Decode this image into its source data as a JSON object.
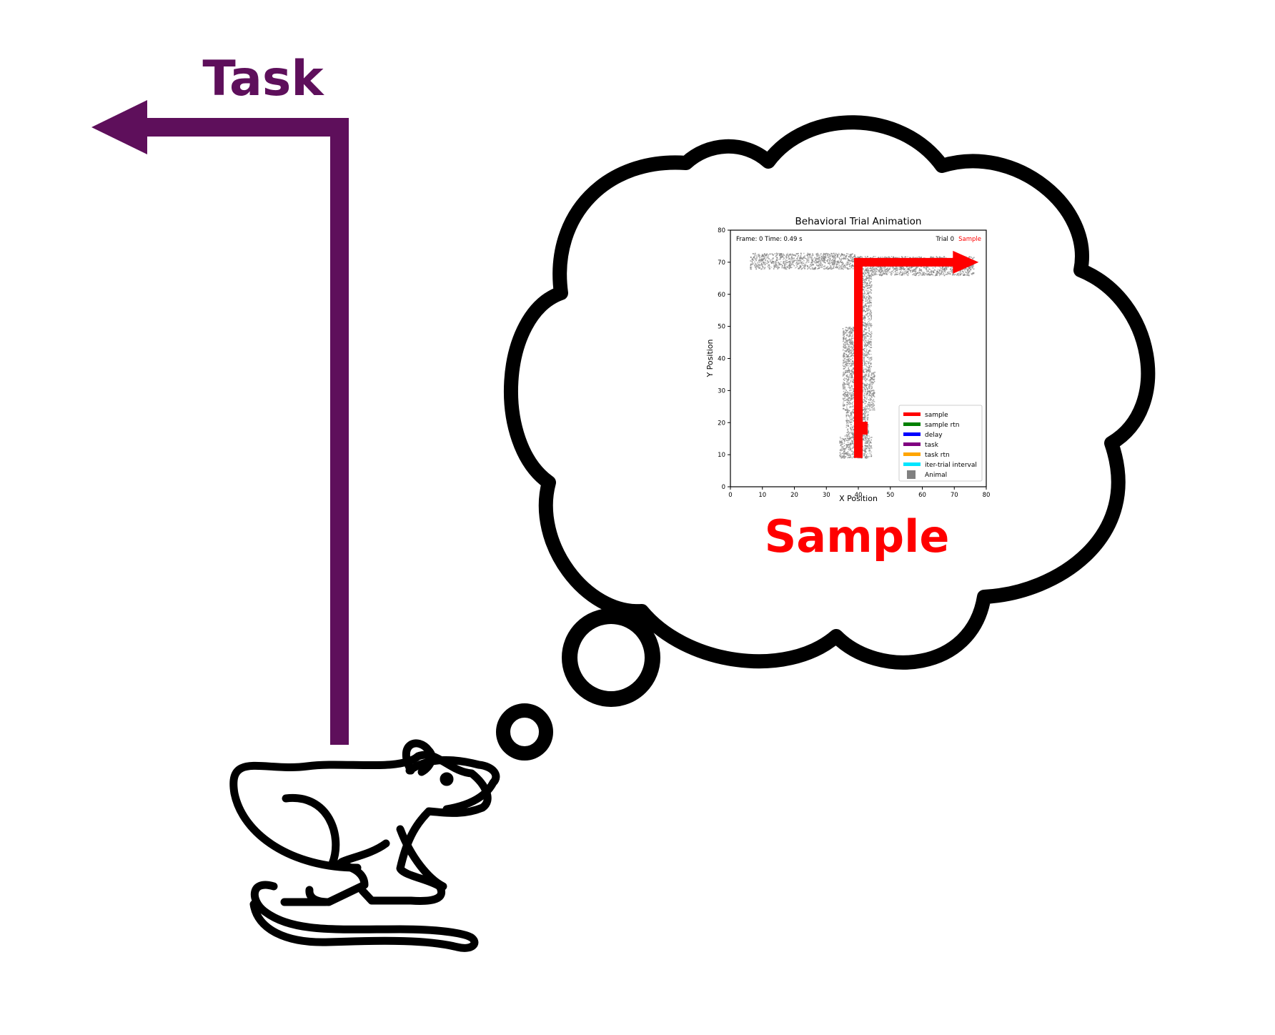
{
  "labels": {
    "task": "Task",
    "sample": "Sample"
  },
  "colors": {
    "task_arrow": "#5E0F5B",
    "sample_arrow": "#FF0000",
    "outline": "#000000",
    "animal_points": "#808080"
  },
  "icons": {
    "rat": "rat-icon",
    "thought_bubble": "thought-bubble-icon"
  },
  "plot": {
    "title": "Behavioral Trial Animation",
    "frame_info": "Frame: 0  Time: 0.49 s",
    "trial_label": "Trial 0",
    "trial_phase": "Sample",
    "xlabel": "X Position",
    "ylabel": "Y Position",
    "legend": [
      {
        "label": "sample",
        "color": "#FF0000"
      },
      {
        "label": "sample rtn",
        "color": "#008000"
      },
      {
        "label": "delay",
        "color": "#0000FF"
      },
      {
        "label": "task",
        "color": "#800080"
      },
      {
        "label": "task rtn",
        "color": "#FFA500"
      },
      {
        "label": "iter-trial interval",
        "color": "#00E5FF"
      },
      {
        "label": "Animal",
        "color": "#808080"
      }
    ]
  },
  "chart_data": {
    "type": "scatter",
    "title": "Behavioral Trial Animation",
    "xlabel": "X Position",
    "ylabel": "Y Position",
    "xlim": [
      0,
      80
    ],
    "ylim": [
      0,
      80
    ],
    "xticks": [
      0,
      10,
      20,
      30,
      40,
      50,
      60,
      70,
      80
    ],
    "yticks": [
      0,
      10,
      20,
      30,
      40,
      50,
      60,
      70,
      80
    ],
    "grid": false,
    "legend_position": "lower-right",
    "series": [
      {
        "name": "Animal",
        "color": "#808080",
        "regions": [
          {
            "x": [
              6,
              39
            ],
            "y": [
              68,
              73
            ]
          },
          {
            "x": [
              39,
              46
            ],
            "y": [
              66,
              72
            ]
          },
          {
            "x": [
              46,
              76
            ],
            "y": [
              66,
              72
            ]
          },
          {
            "x": [
              39,
              44
            ],
            "y": [
              50,
              66
            ]
          },
          {
            "x": [
              35,
              44
            ],
            "y": [
              36,
              50
            ]
          },
          {
            "x": [
              35,
              45
            ],
            "y": [
              24,
              36
            ]
          },
          {
            "x": [
              36,
              43
            ],
            "y": [
              16,
              24
            ]
          },
          {
            "x": [
              34,
              44
            ],
            "y": [
              9,
              16
            ]
          }
        ]
      },
      {
        "name": "sample",
        "color": "#FF0000",
        "x": [
          40,
          40,
          70
        ],
        "y": [
          9,
          70,
          70
        ]
      }
    ]
  }
}
